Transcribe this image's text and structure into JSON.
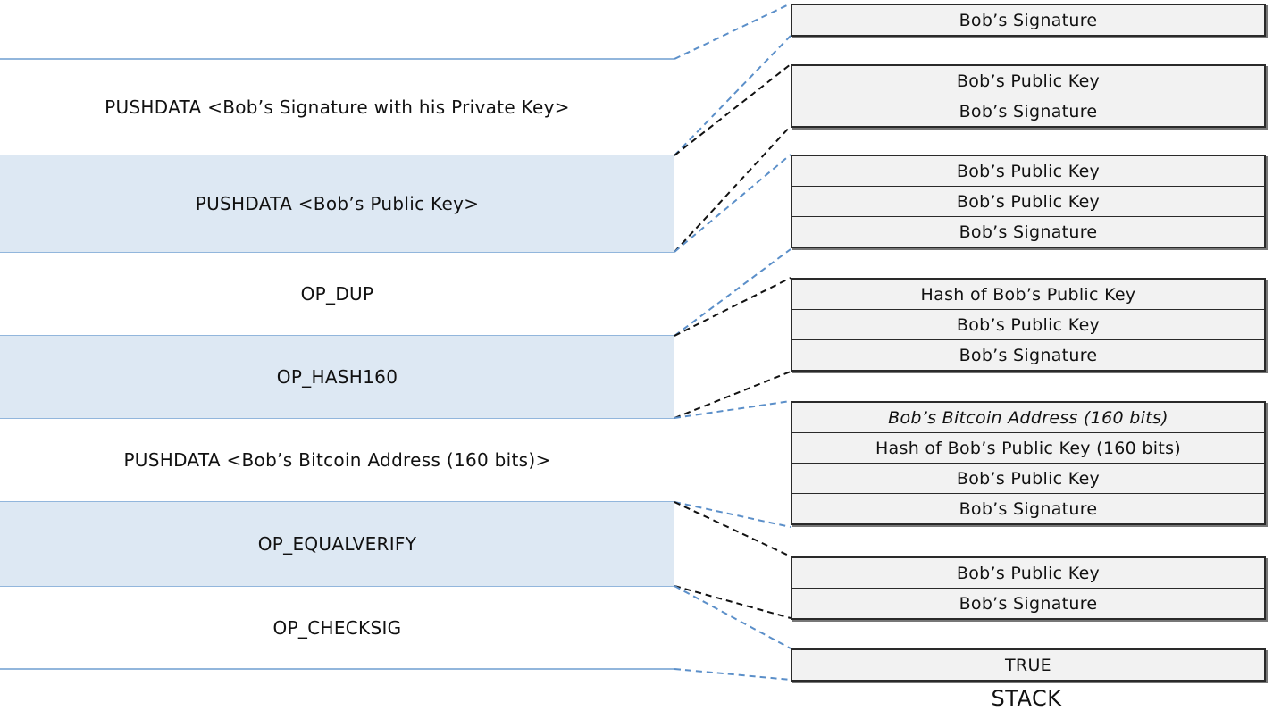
{
  "script": [
    {
      "label": ""
    },
    {
      "label": "PUSHDATA <Bob’s Signature with his Private Key>"
    },
    {
      "label": "PUSHDATA <Bob’s Public Key>"
    },
    {
      "label": "OP_DUP"
    },
    {
      "label": "OP_HASH160"
    },
    {
      "label": "PUSHDATA <Bob’s Bitcoin Address (160 bits)>"
    },
    {
      "label": "OP_EQUALVERIFY"
    },
    {
      "label": "OP_CHECKSIG"
    }
  ],
  "stacks": [
    {
      "items": [
        "Bob’s Signature"
      ]
    },
    {
      "items": [
        "Bob’s Public Key",
        "Bob’s Signature"
      ]
    },
    {
      "items": [
        "Bob’s Public Key",
        "Bob’s Public Key",
        "Bob’s Signature"
      ]
    },
    {
      "items": [
        "Hash of Bob’s Public Key",
        "Bob’s Public Key",
        "Bob’s Signature"
      ]
    },
    {
      "items": [
        "Bob’s Bitcoin Address (160 bits)",
        "Hash of Bob’s Public Key (160 bits)",
        "Bob’s Public Key",
        "Bob’s Signature"
      ]
    },
    {
      "items": [
        "Bob’s Public Key",
        "Bob’s Signature"
      ]
    },
    {
      "items": [
        "TRUE"
      ]
    }
  ],
  "stack_caption": "STACK",
  "colors": {
    "shaded_row": "#dde8f3",
    "separator": "#6f9dd0",
    "blue_connector": "#5b8fc9",
    "black_connector": "#111111"
  }
}
